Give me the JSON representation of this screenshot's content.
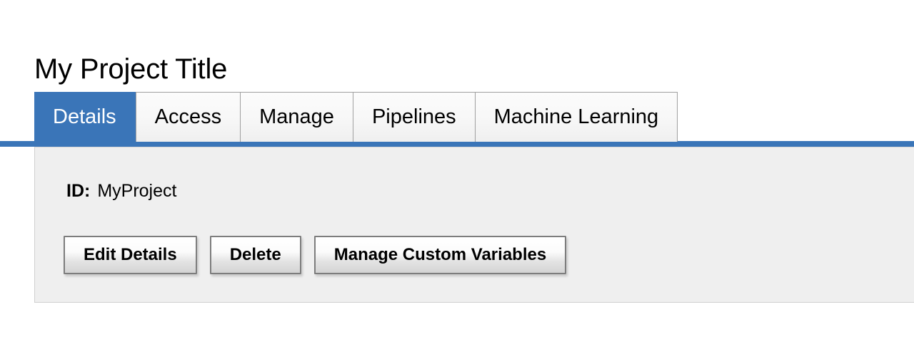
{
  "page": {
    "title": "My Project Title",
    "accent_color": "#3a75b8",
    "panel_background": "#efefef",
    "panel_border_color": "#d0d0d0"
  },
  "tabs": {
    "items": [
      {
        "label": "Details",
        "active": true
      },
      {
        "label": "Access",
        "active": false
      },
      {
        "label": "Manage",
        "active": false
      },
      {
        "label": "Pipelines",
        "active": false
      },
      {
        "label": "Machine Learning",
        "active": false
      }
    ],
    "active_label": "Details"
  },
  "details": {
    "fields": [
      {
        "label": "ID:",
        "value": "MyProject"
      }
    ],
    "id_label": "ID:",
    "id_value": "MyProject"
  },
  "actions": {
    "buttons": [
      {
        "label": "Edit Details"
      },
      {
        "label": "Delete"
      },
      {
        "label": "Manage Custom Variables"
      }
    ],
    "edit_details_label": "Edit Details",
    "delete_label": "Delete",
    "manage_custom_variables_label": "Manage Custom Variables"
  }
}
